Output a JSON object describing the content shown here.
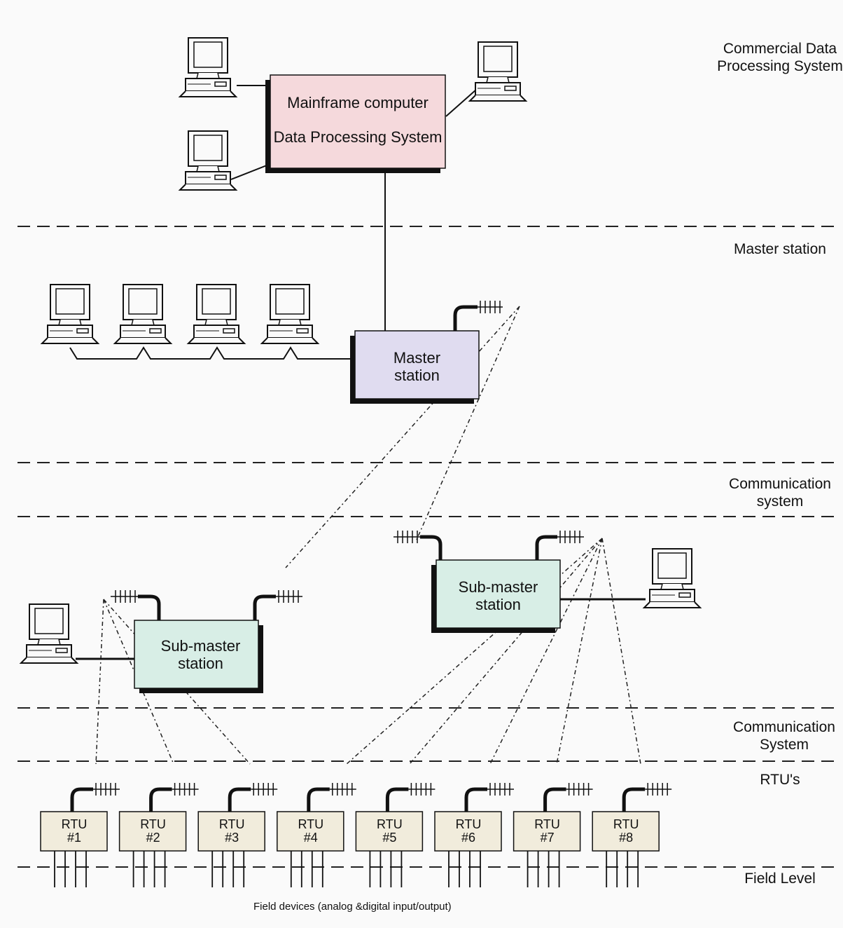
{
  "layers": [
    {
      "id": "commercial",
      "text": "Commercial Data\nProcessing System"
    },
    {
      "id": "master",
      "text": "Master station"
    },
    {
      "id": "comm1",
      "text": "Communication\nsystem"
    },
    {
      "id": "comm2",
      "text": "Communication\nSystem"
    },
    {
      "id": "rtus",
      "text": "RTU's"
    },
    {
      "id": "field",
      "text": "Field Level"
    }
  ],
  "mainframe": {
    "line1": "Mainframe computer",
    "line2": "Data Processing System",
    "color": "#f5d9dc"
  },
  "master_station": {
    "text": "Master\nstation",
    "color": "#e0dcf0"
  },
  "sub_master_left": {
    "text": "Sub-master\nstation",
    "color": "#d8eee6"
  },
  "sub_master_right": {
    "text": "Sub-master\nstation",
    "color": "#d8eee6"
  },
  "rtu_color": "#f1ecdc",
  "rtus": [
    {
      "id": "rtu-1",
      "text": "RTU\n#1"
    },
    {
      "id": "rtu-2",
      "text": "RTU\n#2"
    },
    {
      "id": "rtu-3",
      "text": "RTU\n#3"
    },
    {
      "id": "rtu-4",
      "text": "RTU\n#4"
    },
    {
      "id": "rtu-5",
      "text": "RTU\n#5"
    },
    {
      "id": "rtu-6",
      "text": "RTU\n#6"
    },
    {
      "id": "rtu-7",
      "text": "RTU\n#7"
    },
    {
      "id": "rtu-8",
      "text": "RTU\n#8"
    }
  ],
  "caption": "Field devices (analog &digital input/output)",
  "icons": {
    "computer": "computer-icon",
    "antenna": "antenna-icon"
  }
}
